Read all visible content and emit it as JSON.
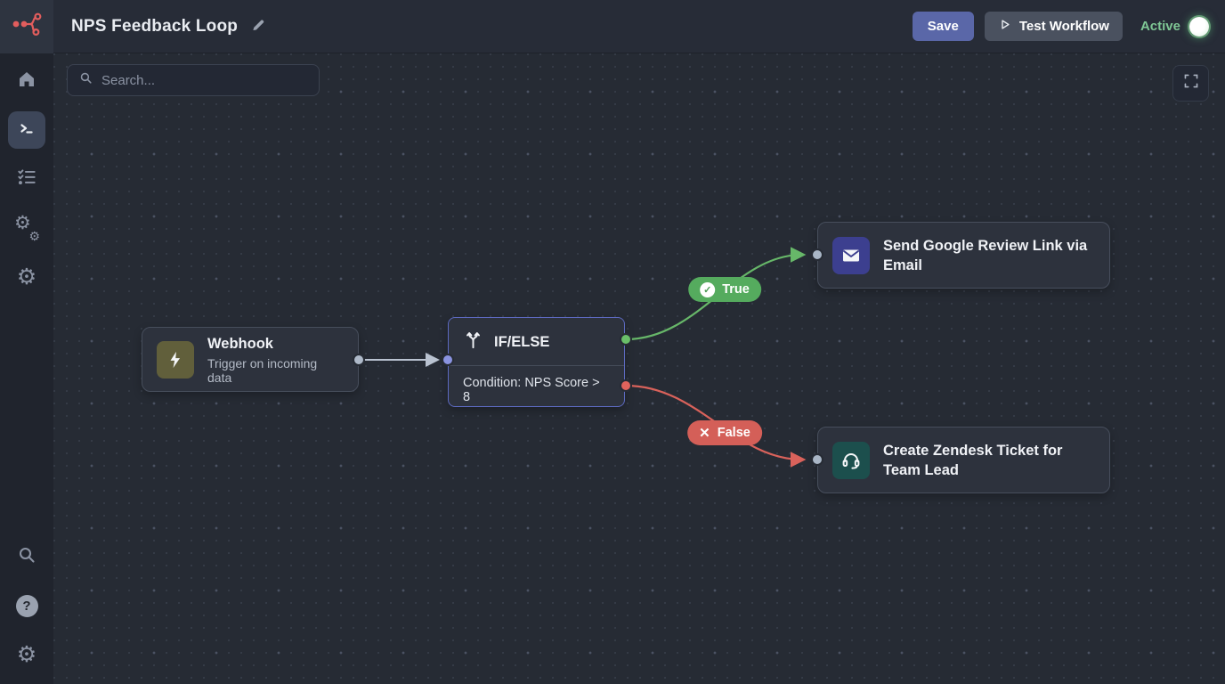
{
  "header": {
    "title": "NPS Feedback Loop",
    "save_label": "Save",
    "test_workflow_label": "Test Workflow",
    "active_label": "Active",
    "logo_icon": "workflow-graph-icon",
    "edit_icon": "pencil-icon",
    "colors": {
      "save_button": "#5a67a8",
      "test_button": "#4a515f",
      "active_text": "#7fc795",
      "logo": "#e25d5d"
    }
  },
  "sidebar": {
    "items": [
      {
        "icon": "home-icon",
        "active": false
      },
      {
        "icon": "terminal-icon",
        "active": true
      },
      {
        "icon": "checklist-icon",
        "active": false
      },
      {
        "icon": "services-gears-icon",
        "active": false
      },
      {
        "icon": "gear-icon",
        "active": false
      }
    ],
    "bottom_items": [
      {
        "icon": "search-icon"
      },
      {
        "icon": "help-icon"
      },
      {
        "icon": "gear-icon"
      }
    ]
  },
  "canvas": {
    "search_placeholder": "Search...",
    "fit_view_icon": "fit-view-icon",
    "nodes": [
      {
        "id": "webhook",
        "type": "trigger",
        "title": "Webhook",
        "subtitle": "Trigger on incoming data",
        "icon": "lightning-icon",
        "icon_bg": "#615f3b"
      },
      {
        "id": "ifelse",
        "type": "condition",
        "title": "IF/ELSE",
        "condition": "Condition: NPS Score > 8",
        "icon": "branch-icon",
        "border_color": "#5d6ac1"
      },
      {
        "id": "email",
        "type": "action",
        "title": "Send Google Review Link via Email",
        "icon": "envelope-icon",
        "icon_bg": "#3c3f8f"
      },
      {
        "id": "zendesk",
        "type": "action",
        "title": "Create Zendesk Ticket for Team Lead",
        "icon": "headset-icon",
        "icon_bg": "#1c4f4d"
      }
    ],
    "edges": [
      {
        "from": "webhook",
        "to": "ifelse",
        "color": "#b9c2d0",
        "label": ""
      },
      {
        "from": "ifelse:true",
        "to": "email",
        "color": "#67b769",
        "label": "True"
      },
      {
        "from": "ifelse:false",
        "to": "zendesk",
        "color": "#d9625b",
        "label": "False"
      }
    ]
  }
}
